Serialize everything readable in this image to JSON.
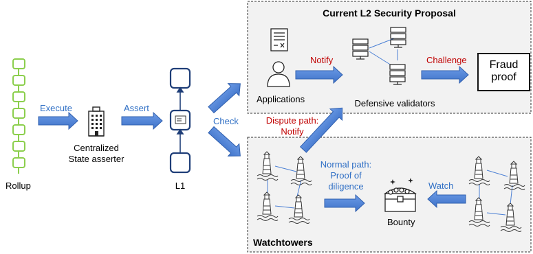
{
  "diagram": {
    "proposal_panel": {
      "title": "Current L2 Security Proposal"
    },
    "watchtowers_panel": {
      "title": "Watchtowers"
    },
    "rollup": {
      "label": "Rollup"
    },
    "asserter": {
      "line1": "Centralized",
      "line2": "State asserter"
    },
    "l1": {
      "label": "L1"
    },
    "applications": {
      "label": "Applications"
    },
    "validators": {
      "label": "Defensive validators"
    },
    "fraud_proof": {
      "line1": "Fraud",
      "line2": "proof"
    },
    "bounty": {
      "label": "Bounty"
    },
    "edges": {
      "execute": "Execute",
      "assert": "Assert",
      "check": "Check",
      "notify": "Notify",
      "challenge": "Challenge",
      "dispute_line1": "Dispute path:",
      "dispute_line2": "Notify",
      "normal_line1": "Normal path:",
      "normal_line2": "Proof of",
      "normal_line3": "diligence",
      "watch": "Watch"
    },
    "colors": {
      "arrow_blue": "#4a7fd4",
      "label_blue": "#2f6fc5",
      "label_red": "#c00000",
      "rollup_green": "#8ccf4d",
      "l1_navy": "#1f3e78",
      "panel_fill": "#f2f2f2"
    }
  }
}
